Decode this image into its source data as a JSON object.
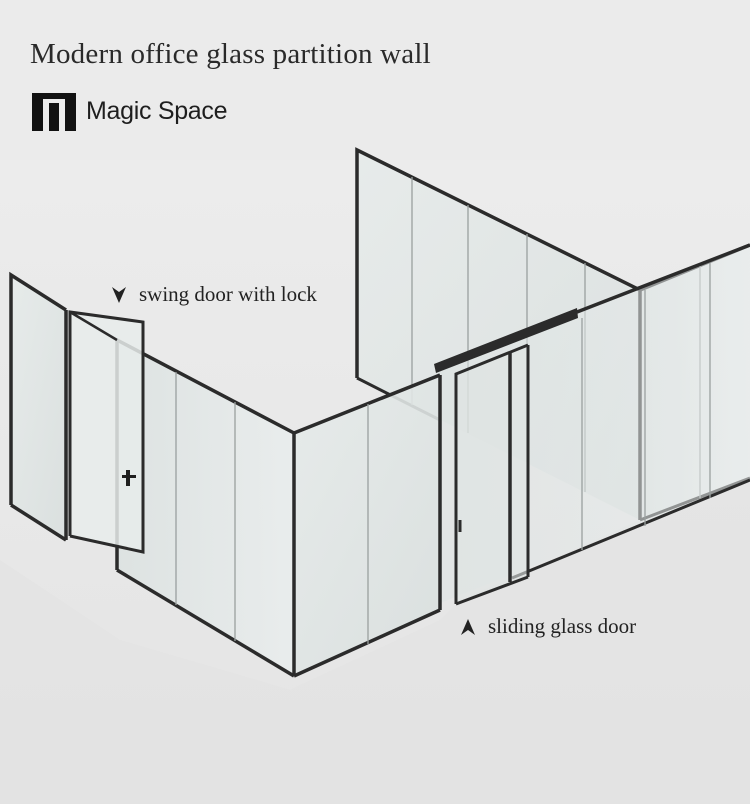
{
  "header": {
    "title": "Modern office glass partition wall",
    "brand_name": "Magic Space",
    "logo_icon": "magic-space-logo"
  },
  "annotations": {
    "swing_door": {
      "label": "swing door with lock",
      "arrow": "arrow-down-icon"
    },
    "sliding_door": {
      "label": "sliding glass door",
      "arrow": "arrow-up-icon"
    }
  },
  "colors": {
    "background": "#ebebeb",
    "frame": "#2b2b2b",
    "glass": "#dfe4e3",
    "text": "#222222"
  }
}
